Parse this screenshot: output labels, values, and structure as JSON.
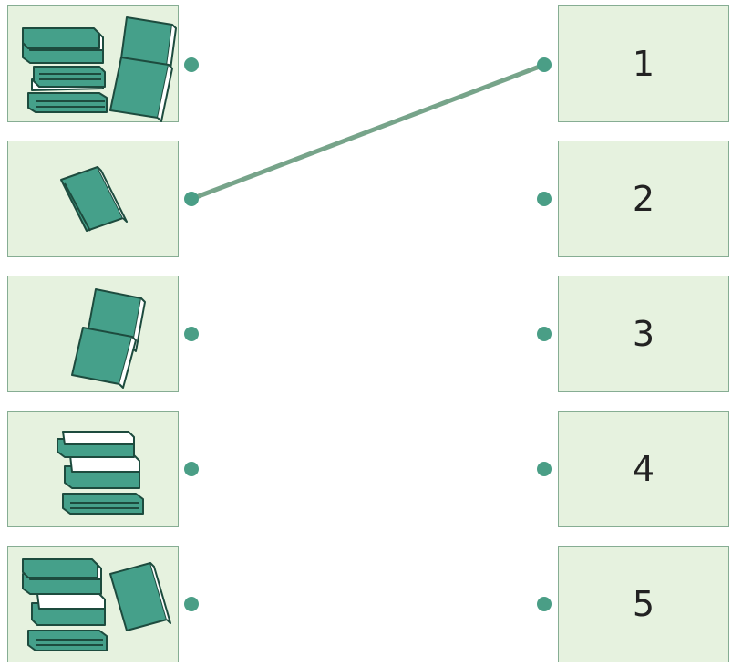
{
  "left_items": [
    {
      "id": "books-5",
      "icon": "five-books-icon",
      "book_count": 5
    },
    {
      "id": "books-1",
      "icon": "single-book-icon",
      "book_count": 1
    },
    {
      "id": "books-2",
      "icon": "two-books-icon",
      "book_count": 2
    },
    {
      "id": "books-3",
      "icon": "three-books-icon",
      "book_count": 3
    },
    {
      "id": "books-4",
      "icon": "four-books-icon",
      "book_count": 4
    }
  ],
  "right_items": [
    {
      "label": "1"
    },
    {
      "label": "2"
    },
    {
      "label": "3"
    },
    {
      "label": "4"
    },
    {
      "label": "5"
    }
  ],
  "connections": [
    {
      "from_left_index": 1,
      "to_right_index": 0
    }
  ],
  "colors": {
    "card_fill": "#e6f2df",
    "card_border": "#86ad93",
    "dot": "#4a9e86",
    "line": "#77a48a",
    "book_fill": "#45a08a",
    "book_stroke": "#1d4b3e",
    "page_fill": "#ffffff"
  }
}
